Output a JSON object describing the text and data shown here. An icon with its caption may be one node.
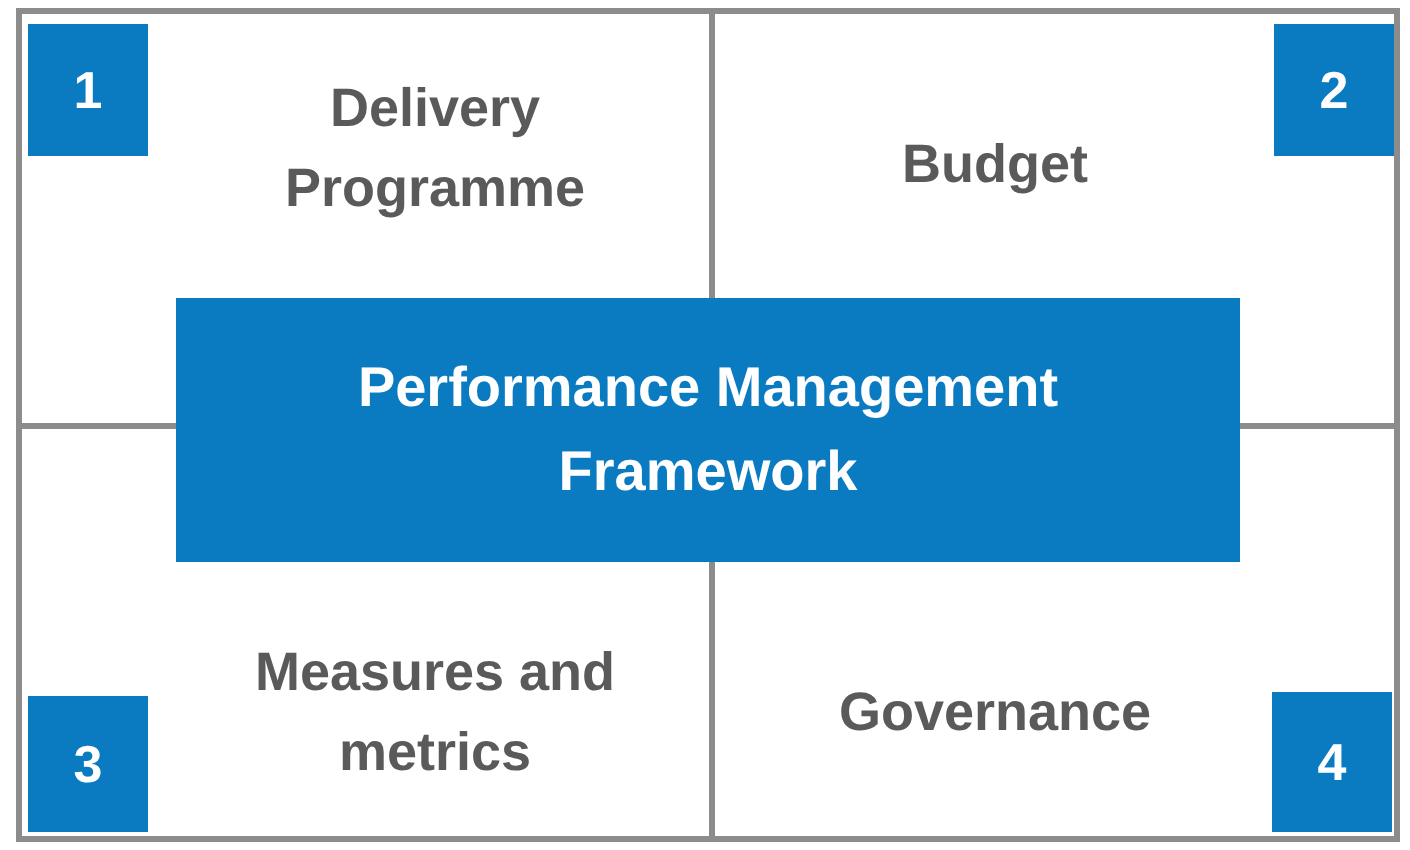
{
  "diagram": {
    "nodes": [
      {
        "text": [
          "1"
        ]
      },
      {
        "text": [
          "Delivery Programme"
        ]
      },
      {
        "text": [
          "Budget"
        ]
      },
      {
        "text": [
          "2"
        ]
      },
      {
        "text": [
          "Performance Management Framework"
        ]
      },
      {
        "text": [
          "Measures and metrics"
        ]
      },
      {
        "text": [
          "Governance"
        ]
      },
      {
        "text": [
          "3"
        ]
      },
      {
        "text": [
          "4"
        ]
      }
    ],
    "edges": []
  }
}
